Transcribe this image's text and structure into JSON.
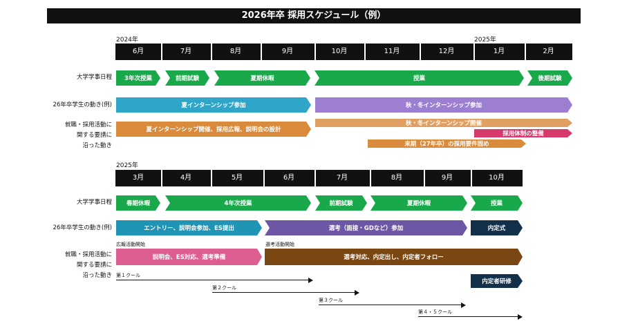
{
  "title": "2026年卒 採用スケジュール（例）",
  "colors": {
    "green": "#19a84a",
    "blue_intern": "#2fa6c9",
    "purple_intern": "#9c7fd0",
    "orange": "#d98a3a",
    "orange_light": "#e0a063",
    "pink": "#d63a6c",
    "teal": "#1f94b5",
    "purple_select": "#6d56a6",
    "navy": "#13304a",
    "pink_explain": "#dd5f91",
    "brown": "#7a4713"
  },
  "top": {
    "year_left": "2024年",
    "year_right": "2025年",
    "months": [
      "6月",
      "7月",
      "8月",
      "9月",
      "10月",
      "11月",
      "12月",
      "1月",
      "2月"
    ],
    "row_labels": {
      "academic": "大学学事日程",
      "student": "26年卒学生の動き(例)",
      "company": [
        "就職・採用活動に",
        "関する要請に",
        "沿った動き"
      ]
    },
    "academic": [
      "3年次授業",
      "前期試験",
      "夏期休暇",
      "授業",
      "後期試験"
    ],
    "student": [
      "夏インターンシップ参加",
      "秋・冬インターンシップ参加"
    ],
    "company": [
      "夏インターンシップ開催、採用広報、説明会の設計",
      "秋・冬インターンシップ開催",
      "採用体制の整備",
      "来期（27年卒）の採用要件固め"
    ]
  },
  "bottom": {
    "year_left": "2025年",
    "months": [
      "3月",
      "4月",
      "5月",
      "6月",
      "7月",
      "8月",
      "9月",
      "10月"
    ],
    "row_labels": {
      "academic": "大学学事日程",
      "student": "26年卒学生の動き(例)",
      "company": [
        "就職・採用活動に",
        "関する要請に",
        "沿った動き"
      ]
    },
    "academic": [
      "春期休暇",
      "4年次授業",
      "前期試験",
      "夏期休暇",
      "授業"
    ],
    "student": [
      "エントリー、説明会参加、ES提出",
      "選考（面接・GDなど）参加",
      "内定式"
    ],
    "notes": [
      "広報活動開始",
      "選考活動開始"
    ],
    "company": [
      "説明会、ES対応、選考準備",
      "選考対応、内定出し、内定者フォロー",
      "内定者研修"
    ],
    "cools": [
      "第１クール",
      "第２クール",
      "第３クール",
      "第４・５クール"
    ]
  }
}
